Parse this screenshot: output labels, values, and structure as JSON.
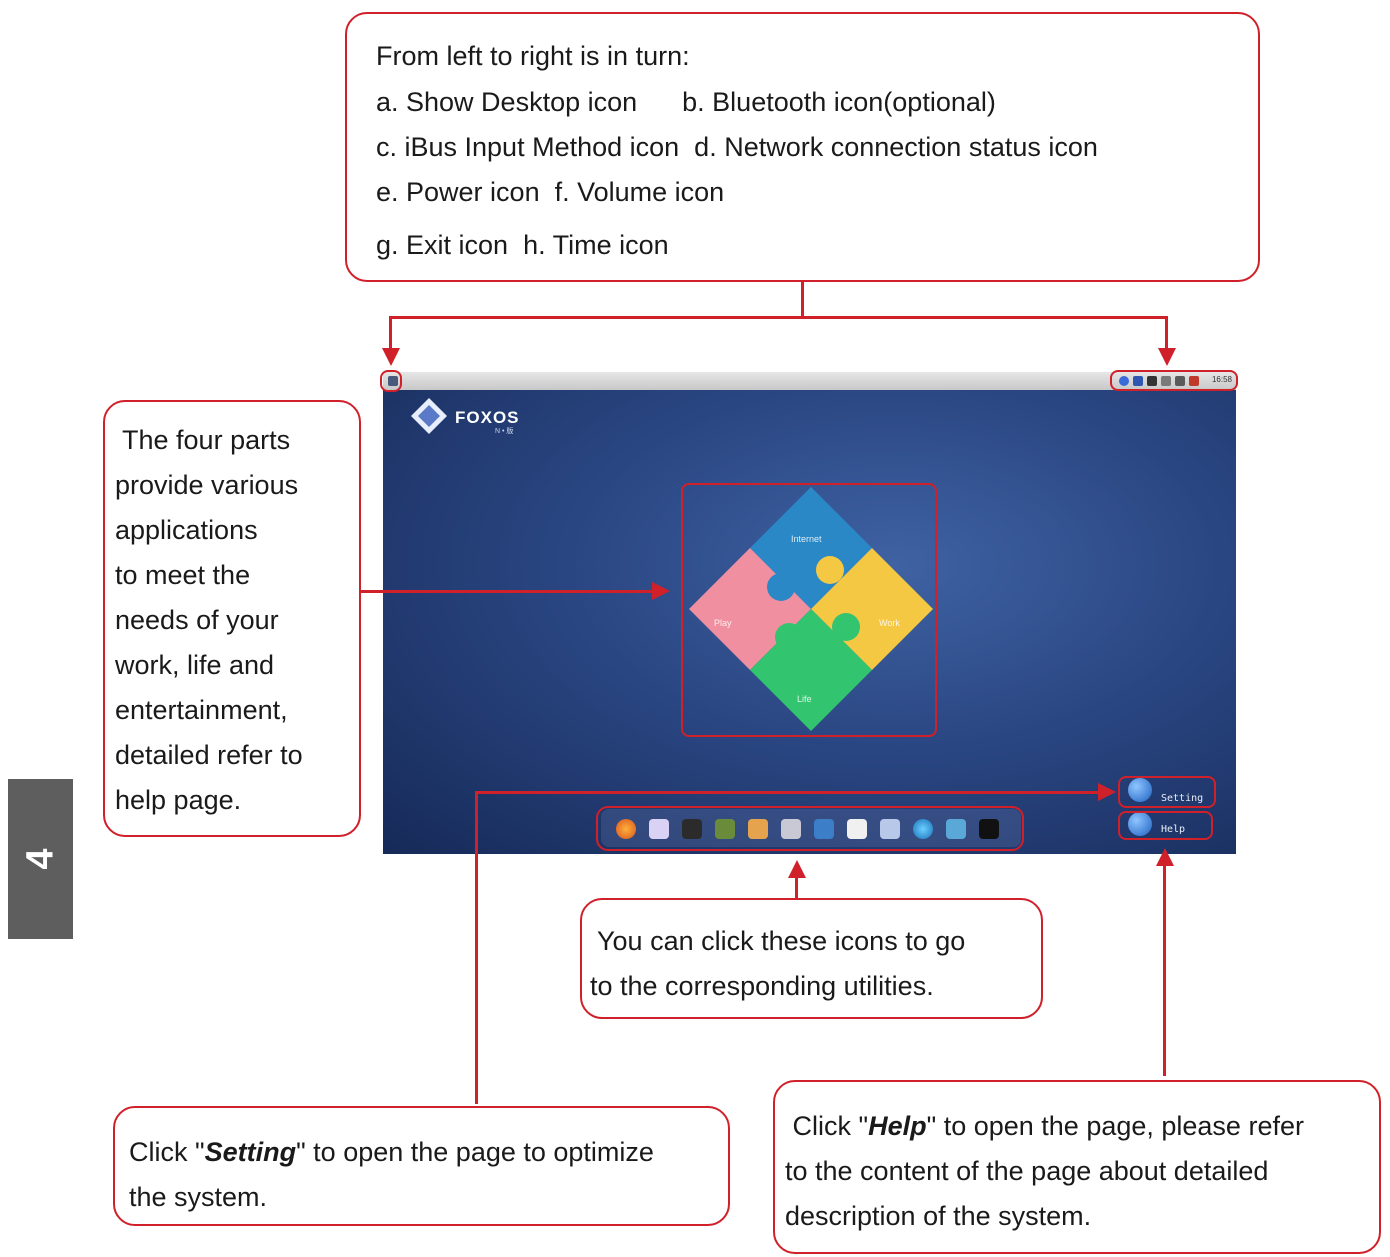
{
  "top_callout": {
    "lines": [
      "From left to right is in turn:",
      "a. Show Desktop icon      b. Bluetooth icon(optional)",
      "c. iBus Input Method icon  d. Network connection status icon",
      "e. Power icon  f. Volume icon",
      "g. Exit icon  h. Time icon"
    ]
  },
  "left_callout": {
    "lines": [
      " The four parts",
      "provide various",
      "applications",
      "to meet the",
      "needs of your",
      "work, life and",
      "entertainment,",
      "detailed refer to",
      "help page."
    ]
  },
  "middle_callout": {
    "lines": [
      " You can click these icons to go",
      "to the corresponding utilities."
    ]
  },
  "setting_callout": {
    "prefix": "Click \"",
    "keyword": "Setting",
    "suffix": "\" to open the page to optimize",
    "line2": "the system."
  },
  "help_callout": {
    "prefix": " Click \"",
    "keyword": "Help",
    "suffix": "\" to open the page, please refer",
    "line2": "to the content of the page about detailed",
    "line3": "description of the system."
  },
  "desktop": {
    "logo_text": "FOXOS",
    "logo_sub": "N • 版",
    "clock": "16:58",
    "puzzle": {
      "top": "Internet",
      "left": "Play",
      "right": "Work",
      "bottom": "Life"
    },
    "setting_label": "Setting",
    "help_label": "Help"
  },
  "chapter": "4",
  "colors": {
    "accent": "#d0202a",
    "tab": "#5e5e5e"
  }
}
